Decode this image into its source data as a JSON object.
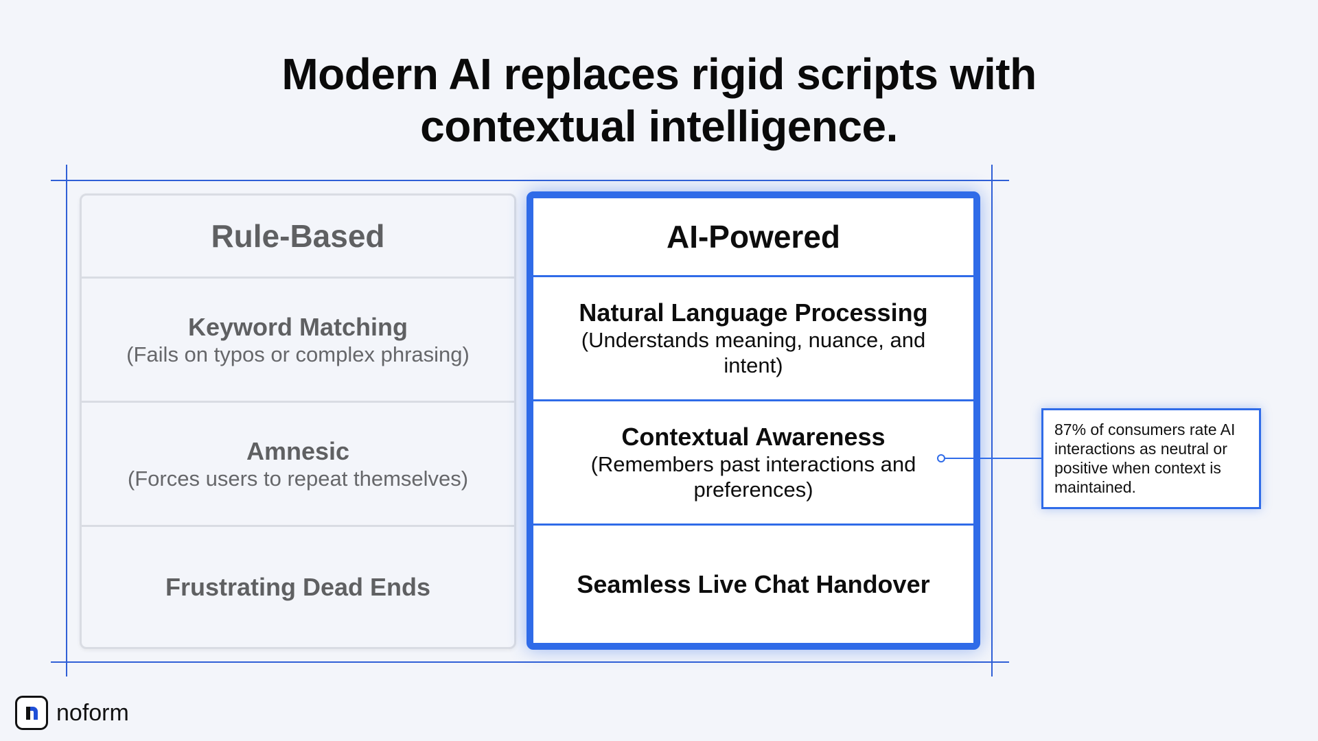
{
  "title": {
    "line1": "Modern AI replaces rigid scripts with",
    "line2": "contextual intelligence."
  },
  "rule_based": {
    "header": "Rule-Based",
    "rows": [
      {
        "title": "Keyword Matching",
        "subtitle": "(Fails on typos or complex phrasing)"
      },
      {
        "title": "Amnesic",
        "subtitle": "(Forces users to repeat themselves)"
      },
      {
        "title": "Frustrating Dead Ends",
        "subtitle": ""
      }
    ]
  },
  "ai_powered": {
    "header": "AI-Powered",
    "rows": [
      {
        "title": "Natural Language Processing",
        "subtitle": "(Understands meaning, nuance, and intent)"
      },
      {
        "title": "Contextual Awareness",
        "subtitle": "(Remembers past interactions and preferences)"
      },
      {
        "title": "Seamless Live Chat Handover",
        "subtitle": ""
      }
    ]
  },
  "callout": {
    "text": "87% of consumers rate AI interactions as neutral or positive when context is maintained."
  },
  "brand": {
    "name": "noform",
    "logo_icon": "noform-logo-icon"
  },
  "colors": {
    "accent": "#2f6be8",
    "guide": "#2f5fd6",
    "muted_text": "#5f6062",
    "background": "#f3f5fa"
  }
}
